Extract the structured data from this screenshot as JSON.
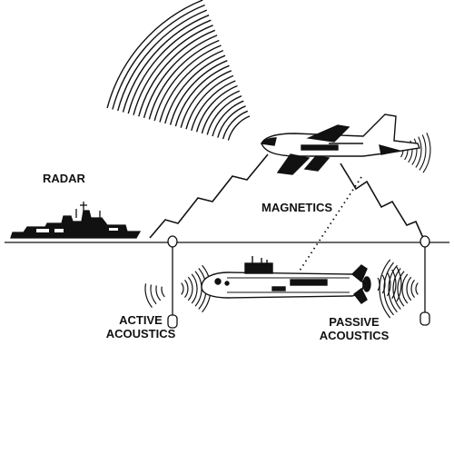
{
  "labels": {
    "radar": "RADAR",
    "magnetics": "MAGNETICS",
    "active_line1": "ACTIVE",
    "active_line2": "ACOUSTICS",
    "passive_line1": "PASSIVE",
    "passive_line2": "ACOUSTICS"
  },
  "colors": {
    "ink": "#111111",
    "background": "#ffffff",
    "hull": "#ffffff"
  },
  "icons": [
    "ship-icon",
    "aircraft-icon",
    "submarine-icon",
    "sonobuoy-icon"
  ]
}
